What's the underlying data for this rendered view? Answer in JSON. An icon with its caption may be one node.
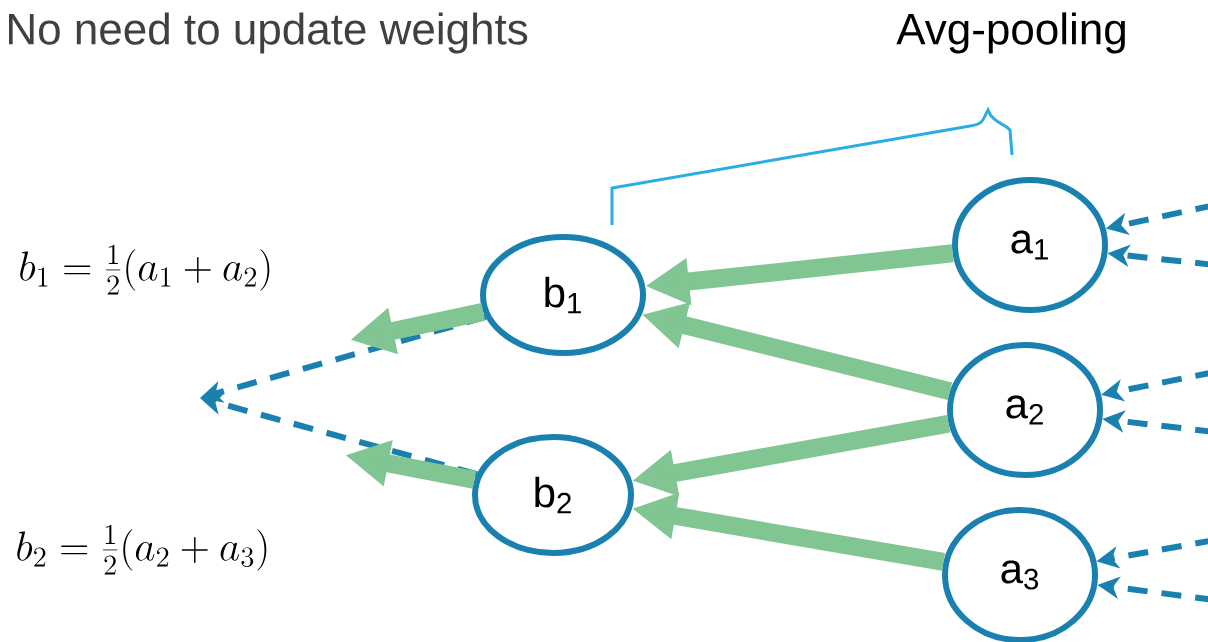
{
  "diagram": {
    "title": "No need to update weights",
    "nodes": [
      {
        "text": [
          "b$_{1}$"
        ]
      },
      {
        "text": [
          "b$_{2}$"
        ]
      },
      {
        "text": [
          "a$_{1}$"
        ]
      },
      {
        "text": [
          "a$_{2}$"
        ]
      },
      {
        "text": [
          "a$_{3}$"
        ]
      }
    ],
    "edges": [
      {
        "from": 2,
        "to": 0,
        "arrow": "to",
        "style": "thick",
        "color": "#80c592"
      },
      {
        "from": 3,
        "to": 0,
        "arrow": "to",
        "style": "thick",
        "color": "#80c592"
      },
      {
        "from": 3,
        "to": 1,
        "arrow": "to",
        "style": "thick",
        "color": "#80c592"
      },
      {
        "from": 4,
        "to": 1,
        "arrow": "to",
        "style": "thick",
        "color": "#80c592"
      },
      {
        "from": 0,
        "to": null,
        "arrow": "to",
        "style": "dashed"
      },
      {
        "from": 1,
        "to": null,
        "arrow": "to",
        "style": "dashed"
      },
      {
        "from": 0,
        "to": null,
        "arrow": "to",
        "style": "thick",
        "color": "#80c592"
      },
      {
        "from": 1,
        "to": null,
        "arrow": "to",
        "style": "thick",
        "color": "#80c592"
      },
      {
        "from": null,
        "to": 2,
        "arrow": "to",
        "style": "dashed"
      },
      {
        "from": null,
        "to": 2,
        "arrow": "to",
        "style": "dashed"
      },
      {
        "from": null,
        "to": 3,
        "arrow": "to",
        "style": "dashed"
      },
      {
        "from": null,
        "to": 3,
        "arrow": "to",
        "style": "dashed"
      },
      {
        "from": null,
        "to": 4,
        "arrow": "to",
        "style": "dashed"
      },
      {
        "from": null,
        "to": 4,
        "arrow": "to",
        "style": "dashed"
      }
    ],
    "labels": [
      "Avg-pooling",
      "b_1 = \\frac{1}{2}(a_1 + a_2)",
      "b_2 = \\frac{1}{2}(a_2 + a_3)"
    ]
  }
}
